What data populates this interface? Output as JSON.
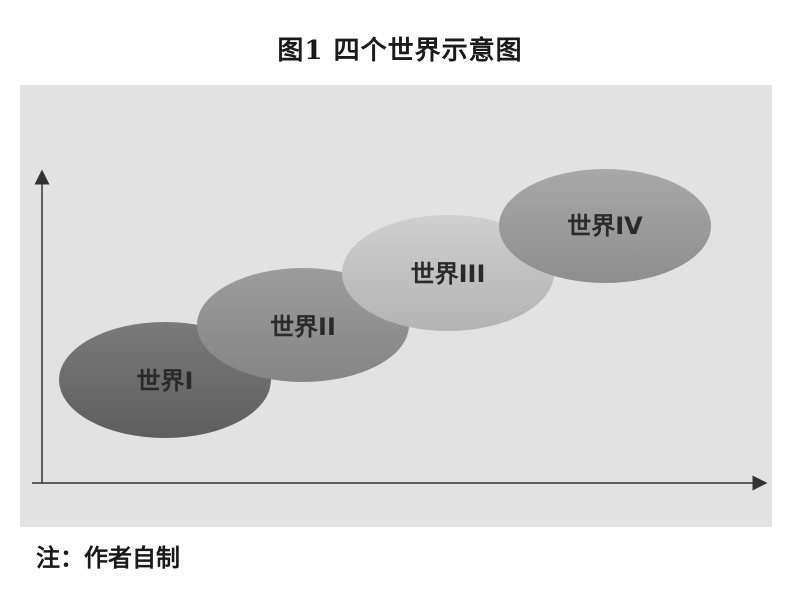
{
  "title": "图1  四个世界示意图",
  "note": "注：作者自制",
  "worlds": [
    {
      "label": "世界I",
      "color": "#6f6f6f"
    },
    {
      "label": "世界II",
      "color": "#8f8f8f"
    },
    {
      "label": "世界III",
      "color": "#bdbdbd"
    },
    {
      "label": "世界IV",
      "color": "#999999"
    }
  ]
}
